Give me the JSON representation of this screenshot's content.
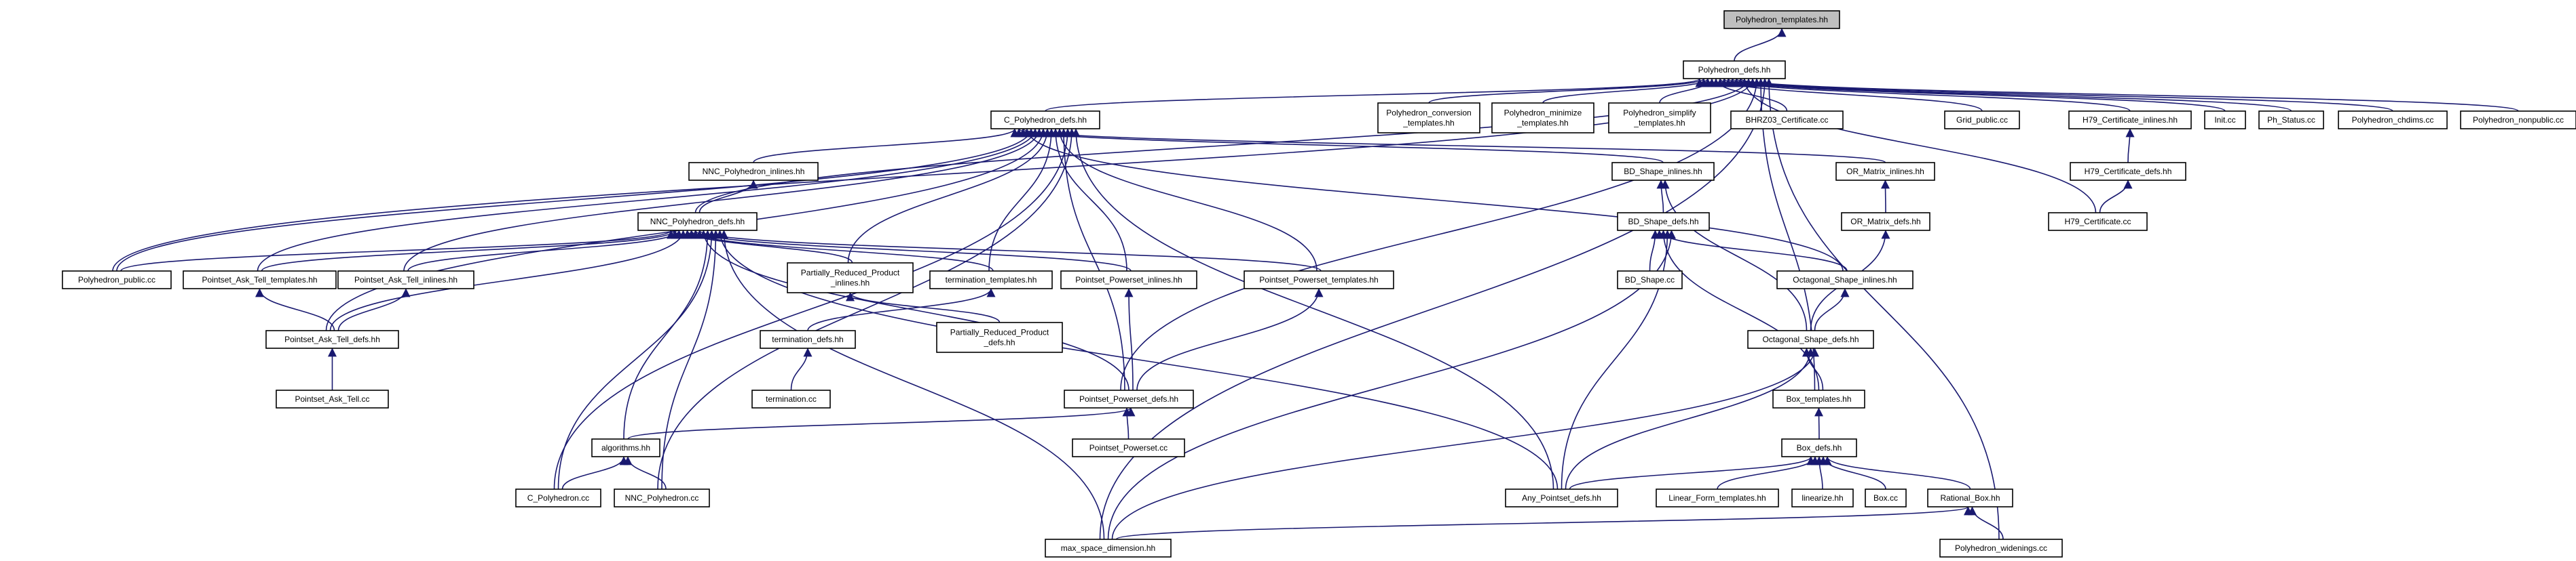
{
  "title": "Polyhedron_templates.hh",
  "colors": {
    "root_fill": "#bfbfbf",
    "node_fill": "#ffffff",
    "node_stroke": "#000000",
    "truncated_stroke": "#ff0000",
    "edge": "#191970"
  },
  "nodes": [
    {
      "id": "polyhedron_templates",
      "label": "Polyhedron_templates.hh",
      "root": true
    },
    {
      "id": "polyhedron_defs",
      "label": "Polyhedron_defs.hh"
    },
    {
      "id": "c_polyhedron_defs",
      "label": "C_Polyhedron_defs.hh"
    },
    {
      "id": "polyhedron_conversion_templates",
      "label": "Polyhedron_conversion\n_templates.hh"
    },
    {
      "id": "polyhedron_minimize_templates",
      "label": "Polyhedron_minimize\n_templates.hh"
    },
    {
      "id": "polyhedron_simplify_templates",
      "label": "Polyhedron_simplify\n_templates.hh"
    },
    {
      "id": "bhrz03_certificate",
      "label": "BHRZ03_Certificate.cc"
    },
    {
      "id": "grid_public",
      "label": "Grid_public.cc"
    },
    {
      "id": "h79_certificate_inlines",
      "label": "H79_Certificate_inlines.hh"
    },
    {
      "id": "init_cc",
      "label": "Init.cc"
    },
    {
      "id": "ph_status",
      "label": "Ph_Status.cc"
    },
    {
      "id": "polyhedron_chdims",
      "label": "Polyhedron_chdims.cc"
    },
    {
      "id": "polyhedron_nonpublic",
      "label": "Polyhedron_nonpublic.cc"
    },
    {
      "id": "h79_certificate_defs",
      "label": "H79_Certificate_defs.hh"
    },
    {
      "id": "h79_certificate_cc",
      "label": "H79_Certificate.cc"
    },
    {
      "id": "nnc_polyhedron_inlines",
      "label": "NNC_Polyhedron_inlines.hh"
    },
    {
      "id": "bd_shape_inlines",
      "label": "BD_Shape_inlines.hh"
    },
    {
      "id": "or_matrix_inlines",
      "label": "OR_Matrix_inlines.hh"
    },
    {
      "id": "nnc_polyhedron_defs",
      "label": "NNC_Polyhedron_defs.hh"
    },
    {
      "id": "bd_shape_defs",
      "label": "BD_Shape_defs.hh"
    },
    {
      "id": "or_matrix_defs",
      "label": "OR_Matrix_defs.hh"
    },
    {
      "id": "polyhedron_public",
      "label": "Polyhedron_public.cc"
    },
    {
      "id": "pointset_ask_tell_templates",
      "label": "Pointset_Ask_Tell_templates.hh"
    },
    {
      "id": "pointset_ask_tell_inlines",
      "label": "Pointset_Ask_Tell_inlines.hh"
    },
    {
      "id": "partially_reduced_product_inlines",
      "label": "Partially_Reduced_Product\n_inlines.hh"
    },
    {
      "id": "termination_templates",
      "label": "termination_templates.hh"
    },
    {
      "id": "pointset_powerset_inlines",
      "label": "Pointset_Powerset_inlines.hh"
    },
    {
      "id": "pointset_powerset_templates",
      "label": "Pointset_Powerset_templates.hh"
    },
    {
      "id": "bd_shape_cc",
      "label": "BD_Shape.cc"
    },
    {
      "id": "octagonal_shape_inlines",
      "label": "Octagonal_Shape_inlines.hh"
    },
    {
      "id": "pointset_ask_tell_defs",
      "label": "Pointset_Ask_Tell_defs.hh"
    },
    {
      "id": "termination_defs",
      "label": "termination_defs.hh"
    },
    {
      "id": "partially_reduced_product_defs",
      "label": "Partially_Reduced_Product\n_defs.hh"
    },
    {
      "id": "octagonal_shape_defs",
      "label": "Octagonal_Shape_defs.hh",
      "truncated": true
    },
    {
      "id": "pointset_ask_tell_cc",
      "label": "Pointset_Ask_Tell.cc"
    },
    {
      "id": "termination_cc",
      "label": "termination.cc"
    },
    {
      "id": "pointset_powerset_defs",
      "label": "Pointset_Powerset_defs.hh"
    },
    {
      "id": "box_templates",
      "label": "Box_templates.hh"
    },
    {
      "id": "algorithms",
      "label": "algorithms.hh"
    },
    {
      "id": "pointset_powerset_cc",
      "label": "Pointset_Powerset.cc"
    },
    {
      "id": "box_defs",
      "label": "Box_defs.hh"
    },
    {
      "id": "c_polyhedron_cc",
      "label": "C_Polyhedron.cc"
    },
    {
      "id": "nnc_polyhedron_cc",
      "label": "NNC_Polyhedron.cc"
    },
    {
      "id": "any_pointset_defs",
      "label": "Any_Pointset_defs.hh"
    },
    {
      "id": "linear_form_templates",
      "label": "Linear_Form_templates.hh"
    },
    {
      "id": "linearize",
      "label": "linearize.hh"
    },
    {
      "id": "box_cc",
      "label": "Box.cc"
    },
    {
      "id": "rational_box",
      "label": "Rational_Box.hh"
    },
    {
      "id": "max_space_dimension",
      "label": "max_space_dimension.hh"
    },
    {
      "id": "polyhedron_widenings",
      "label": "Polyhedron_widenings.cc"
    }
  ],
  "edges": [
    [
      "polyhedron_defs",
      "polyhedron_templates"
    ],
    [
      "c_polyhedron_defs",
      "polyhedron_defs"
    ],
    [
      "polyhedron_conversion_templates",
      "polyhedron_defs"
    ],
    [
      "polyhedron_minimize_templates",
      "polyhedron_defs"
    ],
    [
      "polyhedron_simplify_templates",
      "polyhedron_defs"
    ],
    [
      "bhrz03_certificate",
      "polyhedron_defs"
    ],
    [
      "grid_public",
      "polyhedron_defs"
    ],
    [
      "h79_certificate_inlines",
      "polyhedron_defs"
    ],
    [
      "init_cc",
      "polyhedron_defs"
    ],
    [
      "ph_status",
      "polyhedron_defs"
    ],
    [
      "polyhedron_chdims",
      "polyhedron_defs"
    ],
    [
      "polyhedron_nonpublic",
      "polyhedron_defs"
    ],
    [
      "h79_certificate_cc",
      "polyhedron_defs"
    ],
    [
      "nnc_polyhedron_defs",
      "polyhedron_defs"
    ],
    [
      "polyhedron_public",
      "polyhedron_defs"
    ],
    [
      "pointset_powerset_defs",
      "polyhedron_defs"
    ],
    [
      "box_templates",
      "polyhedron_defs"
    ],
    [
      "max_space_dimension",
      "polyhedron_defs"
    ],
    [
      "polyhedron_widenings",
      "polyhedron_defs"
    ],
    [
      "h79_certificate_defs",
      "h79_certificate_inlines"
    ],
    [
      "h79_certificate_cc",
      "h79_certificate_defs"
    ],
    [
      "nnc_polyhedron_inlines",
      "c_polyhedron_defs"
    ],
    [
      "bd_shape_inlines",
      "c_polyhedron_defs"
    ],
    [
      "or_matrix_inlines",
      "c_polyhedron_defs"
    ],
    [
      "octagonal_shape_inlines",
      "c_polyhedron_defs"
    ],
    [
      "polyhedron_public",
      "c_polyhedron_defs"
    ],
    [
      "pointset_ask_tell_templates",
      "c_polyhedron_defs"
    ],
    [
      "pointset_ask_tell_inlines",
      "c_polyhedron_defs"
    ],
    [
      "pointset_ask_tell_defs",
      "c_polyhedron_defs"
    ],
    [
      "partially_reduced_product_inlines",
      "c_polyhedron_defs"
    ],
    [
      "termination_templates",
      "c_polyhedron_defs"
    ],
    [
      "pointset_powerset_inlines",
      "c_polyhedron_defs"
    ],
    [
      "pointset_powerset_templates",
      "c_polyhedron_defs"
    ],
    [
      "pointset_powerset_defs",
      "c_polyhedron_defs"
    ],
    [
      "c_polyhedron_cc",
      "c_polyhedron_defs"
    ],
    [
      "nnc_polyhedron_cc",
      "c_polyhedron_defs"
    ],
    [
      "any_pointset_defs",
      "c_polyhedron_defs"
    ],
    [
      "nnc_polyhedron_defs",
      "nnc_polyhedron_inlines"
    ],
    [
      "bd_shape_defs",
      "bd_shape_inlines"
    ],
    [
      "octagonal_shape_defs",
      "bd_shape_inlines"
    ],
    [
      "or_matrix_defs",
      "or_matrix_inlines"
    ],
    [
      "octagonal_shape_defs",
      "or_matrix_defs"
    ],
    [
      "polyhedron_public",
      "nnc_polyhedron_defs"
    ],
    [
      "pointset_ask_tell_templates",
      "nnc_polyhedron_defs"
    ],
    [
      "pointset_ask_tell_inlines",
      "nnc_polyhedron_defs"
    ],
    [
      "pointset_ask_tell_defs",
      "nnc_polyhedron_defs"
    ],
    [
      "partially_reduced_product_inlines",
      "nnc_polyhedron_defs"
    ],
    [
      "termination_templates",
      "nnc_polyhedron_defs"
    ],
    [
      "pointset_powerset_inlines",
      "nnc_polyhedron_defs"
    ],
    [
      "pointset_powerset_templates",
      "nnc_polyhedron_defs"
    ],
    [
      "pointset_powerset_defs",
      "nnc_polyhedron_defs"
    ],
    [
      "algorithms",
      "nnc_polyhedron_defs"
    ],
    [
      "c_polyhedron_cc",
      "nnc_polyhedron_defs"
    ],
    [
      "nnc_polyhedron_cc",
      "nnc_polyhedron_defs"
    ],
    [
      "any_pointset_defs",
      "nnc_polyhedron_defs"
    ],
    [
      "max_space_dimension",
      "nnc_polyhedron_defs"
    ],
    [
      "bd_shape_cc",
      "bd_shape_defs"
    ],
    [
      "octagonal_shape_inlines",
      "bd_shape_defs"
    ],
    [
      "box_templates",
      "bd_shape_defs"
    ],
    [
      "any_pointset_defs",
      "bd_shape_defs"
    ],
    [
      "max_space_dimension",
      "bd_shape_defs"
    ],
    [
      "octagonal_shape_defs",
      "octagonal_shape_inlines"
    ],
    [
      "box_templates",
      "octagonal_shape_defs"
    ],
    [
      "any_pointset_defs",
      "octagonal_shape_defs"
    ],
    [
      "max_space_dimension",
      "octagonal_shape_defs"
    ],
    [
      "pointset_ask_tell_defs",
      "pointset_ask_tell_templates"
    ],
    [
      "pointset_ask_tell_defs",
      "pointset_ask_tell_inlines"
    ],
    [
      "pointset_ask_tell_cc",
      "pointset_ask_tell_defs"
    ],
    [
      "partially_reduced_product_defs",
      "partially_reduced_product_inlines"
    ],
    [
      "termination_defs",
      "termination_templates"
    ],
    [
      "termination_cc",
      "termination_defs"
    ],
    [
      "pointset_powerset_defs",
      "pointset_powerset_inlines"
    ],
    [
      "pointset_powerset_defs",
      "pointset_powerset_templates"
    ],
    [
      "pointset_powerset_cc",
      "pointset_powerset_defs"
    ],
    [
      "algorithms",
      "pointset_powerset_defs"
    ],
    [
      "c_polyhedron_cc",
      "algorithms"
    ],
    [
      "nnc_polyhedron_cc",
      "algorithms"
    ],
    [
      "box_defs",
      "box_templates"
    ],
    [
      "any_pointset_defs",
      "box_defs"
    ],
    [
      "linear_form_templates",
      "box_defs"
    ],
    [
      "linearize",
      "box_defs"
    ],
    [
      "box_cc",
      "box_defs"
    ],
    [
      "rational_box",
      "box_defs"
    ],
    [
      "max_space_dimension",
      "rational_box"
    ],
    [
      "polyhedron_widenings",
      "rational_box"
    ]
  ]
}
